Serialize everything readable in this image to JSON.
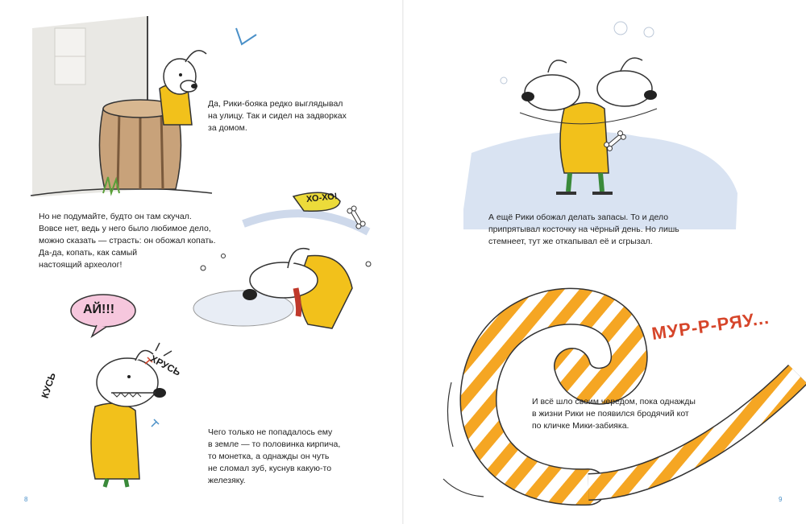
{
  "left_page": {
    "text_1": "Да, Рики-бояка редко выглядывал\nна улицу. Так и сидел на задворках\nза домом.",
    "text_2": "Но не подумайте, будто он там скучал.\nВовсе нет, ведь у него было любимое дело,\nможно сказать — страсть: он обожал копать.\nДа-да, копать, как самый\nнастоящий археолог!",
    "text_3": "Чего только не попадалось ему\nв земле — то половинка кирпича,\nто монетка, а однажды он чуть\nне сломал зуб, куснув какую-то\nжелезяку.",
    "bubble_dig": "ХО-ХО!",
    "bubble_ouch": "АЙ!!!",
    "sfx_bite": "КУСЬ",
    "sfx_crunch": "ХРУСЬ",
    "page_number": "8"
  },
  "right_page": {
    "text_1": "А ещё Рики обожал делать запасы. То и дело\nприпрятывал косточку на чёрный день. Но лишь\nстемнеет, тут же откапывал её и сгрызал.",
    "text_2": "И всё шло своим чередом, пока однажды\nв жизни Рики не появился бродячий кот\nпо кличке Мики-забияка.",
    "sfx_meow": "МУР-Р-РЯУ...",
    "page_number": "9"
  },
  "colors": {
    "dog_coat": "#f2c11b",
    "tail_orange": "#f5a623",
    "barrel": "#c8a27a",
    "blue_bg": "#d9e3f2",
    "sfx_red": "#d6452a"
  }
}
